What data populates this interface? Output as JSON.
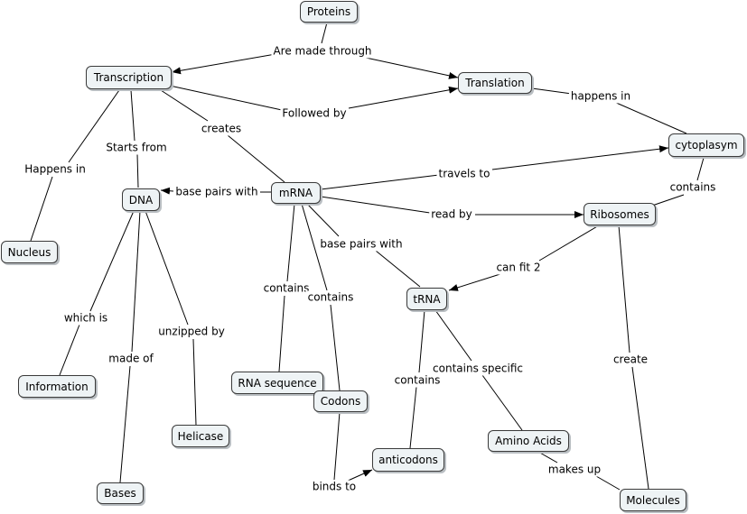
{
  "nodes": {
    "proteins": "Proteins",
    "transcription": "Transcription",
    "translation": "Translation",
    "cytoplasym": "cytoplasym",
    "dna": "DNA",
    "mrna": "mRNA",
    "ribosomes": "Ribosomes",
    "nucleus": "Nucleus",
    "trna": "tRNA",
    "information": "Information",
    "rna_sequence": "RNA sequence",
    "codons": "Codons",
    "helicase": "Helicase",
    "anticodons": "anticodons",
    "amino_acids": "Amino Acids",
    "bases": "Bases",
    "molecules": "Molecules"
  },
  "edges": {
    "are_made_through": "Are made through",
    "followed_by": "Followed by",
    "happens_in_translation": "happens in",
    "creates": "creates",
    "starts_from": "Starts from",
    "happens_in_transcription": "Happens in",
    "base_pairs_with_dna": "base pairs with",
    "travels_to": "travels to",
    "contains_cytoplasym": "contains",
    "read_by": "read by",
    "base_pairs_with_trna": "base pairs with",
    "can_fit_2": "can fit 2",
    "contains_rna_sequence": "contains",
    "contains_codons": "contains",
    "which_is": "which is",
    "unzipped_by": "unzipped by",
    "made_of": "made of",
    "contains_anticodons": "contains",
    "contains_specific": "contains specific",
    "create": "create",
    "binds_to": "binds to",
    "makes_up": "makes up"
  }
}
